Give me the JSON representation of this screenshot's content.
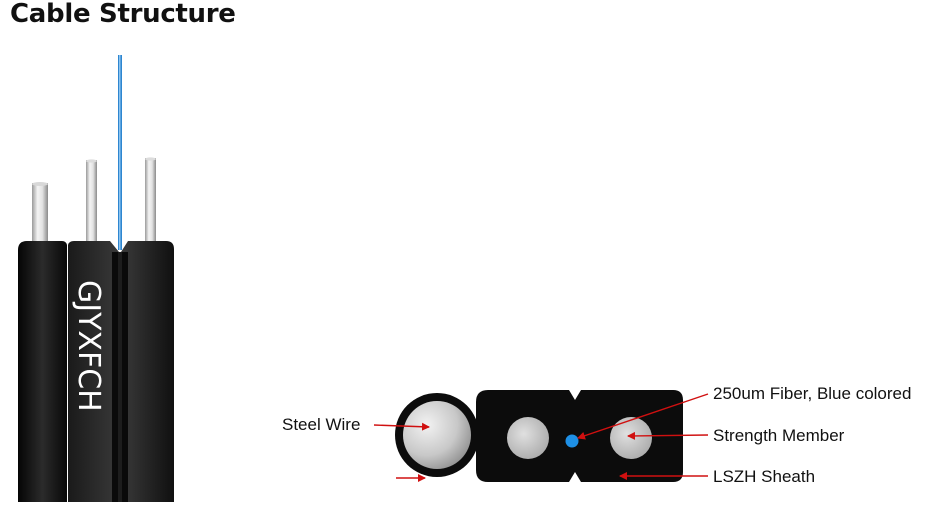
{
  "title": "Cable Structure",
  "cable_print": "GJYXFCH",
  "colors": {
    "sheath": "#111111",
    "fiber": "#1e90e6",
    "arrow": "#d01010"
  },
  "labels": {
    "steel_wire": "Steel Wire",
    "fiber": "250um Fiber, Blue colored",
    "strength_member": "Strength Member",
    "sheath": "LSZH Sheath"
  }
}
